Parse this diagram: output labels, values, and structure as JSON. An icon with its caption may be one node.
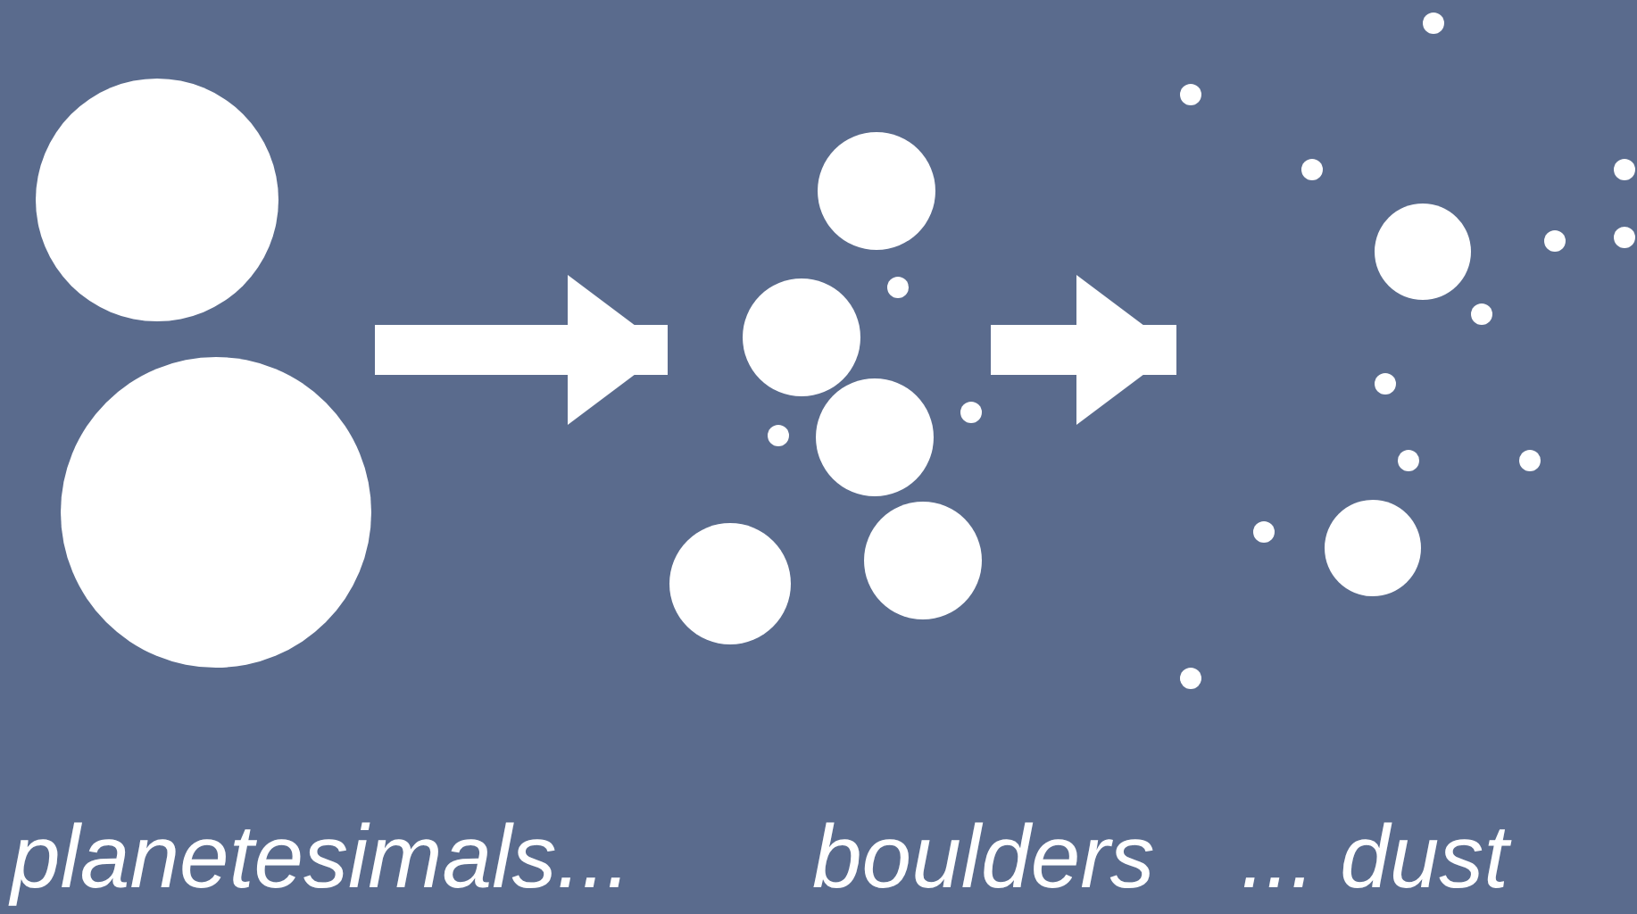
{
  "diagram": {
    "nodes": [
      {
        "text": [],
        "shape": "picture"
      },
      {
        "text": [],
        "shape": "picture"
      },
      {
        "text": [],
        "shape": "picture"
      }
    ],
    "edges": [
      {
        "from": 0,
        "to": 1,
        "arrow": "to"
      },
      {
        "from": 1,
        "to": 2,
        "arrow": "to"
      }
    ],
    "labels": [
      "planetesimals...",
      "boulders",
      "... dust"
    ]
  }
}
